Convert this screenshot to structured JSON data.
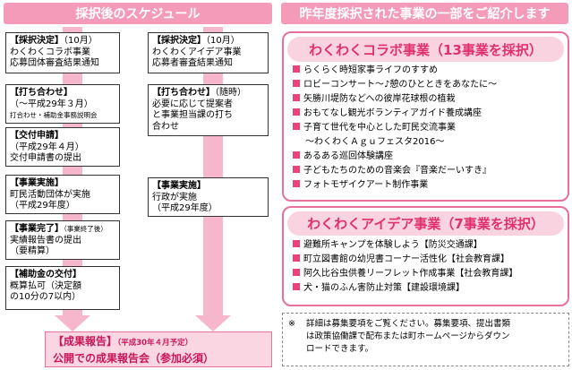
{
  "left_header": "採択後のスケジュール",
  "right_header": "昨年度採択された事業の一部をご紹介します",
  "col1": [
    {
      "title": "【採択決定】",
      "suffix": "（10月）",
      "lines": [
        "わくわくコラボ事業",
        "応募団体審査結果通知"
      ]
    },
    {
      "title": "【打ち合わせ】",
      "suffix": "",
      "lines": [
        "（～平成29年３月）"
      ],
      "small": "打合わせ・補助金事務説明会"
    },
    {
      "title": "【交付申請】",
      "suffix": "",
      "lines": [
        "（平成29年４月）",
        "交付申請書の提出"
      ]
    },
    {
      "title": "【事業実施】",
      "suffix": "",
      "lines": [
        "町民活動団体が実施",
        "（平成29年度）"
      ]
    },
    {
      "title": "【事業完了】",
      "suffix": "",
      "small_suffix": "（事業終了後）",
      "lines": [
        "実績報告書の提出",
        "（要精算）"
      ]
    },
    {
      "title": "【補助金の交付】",
      "suffix": "",
      "lines": [
        "概算払可（決定額",
        "の10分の7以内）"
      ]
    }
  ],
  "col2": [
    {
      "title": "【採択決定】",
      "suffix": "（10月）",
      "lines": [
        "わくわくアイデア事業",
        "応募者審査結果通知"
      ]
    },
    {
      "title": "【打ち合わせ】",
      "suffix": "（随時）",
      "lines": [
        "必要に応じて提案者",
        "と事業担当課の打ち",
        "合わせ"
      ]
    },
    {
      "title": "【事業実施】",
      "suffix": "",
      "lines": [
        "行政が実施",
        "（平成29年度）"
      ]
    }
  ],
  "bottom": {
    "title": "【成果報告】",
    "title_small": "（平成30年４月予定）",
    "line2": "公開での成果報告会（参加必須）"
  },
  "collab": {
    "title": "わくわくコラボ事業（13事業を採択）",
    "items": [
      "らくらく時短家事ライフのすすめ",
      "ロビーコンサート～♪憩のひとときをあなたに～",
      "矢勝川堤防などへの彼岸花球根の植栽",
      "おもてなし観光ボランティアガイド養成講座",
      "子育て世代を中心とした町民交流事業",
      "～わくわくＡｇｕフェスタ2016～",
      "あるある巡回体験講座",
      "子どもたちのための音楽会『音楽だーいすき』",
      "フォトモザイクアート制作事業"
    ]
  },
  "idea": {
    "title": "わくわくアイデア事業（7事業を採択）",
    "items": [
      "避難所キャンプを体験しよう【防災交通課】",
      "町立図書館の幼児書コーナー活性化【社会教育課】",
      "阿久比谷虫供養リーフレット作成事業【社会教育課】",
      "犬・猫のふん害防止対策【建設環境課】"
    ]
  },
  "note": {
    "mark": "※",
    "lines": [
      "詳細は募集要項をご覧ください。募集要項、提出書類",
      "は政策協働課で配布または町ホームページからダウン",
      "ロードできます。"
    ]
  },
  "colors": {
    "accent": "#e8437a",
    "header": "#f39bb8"
  }
}
